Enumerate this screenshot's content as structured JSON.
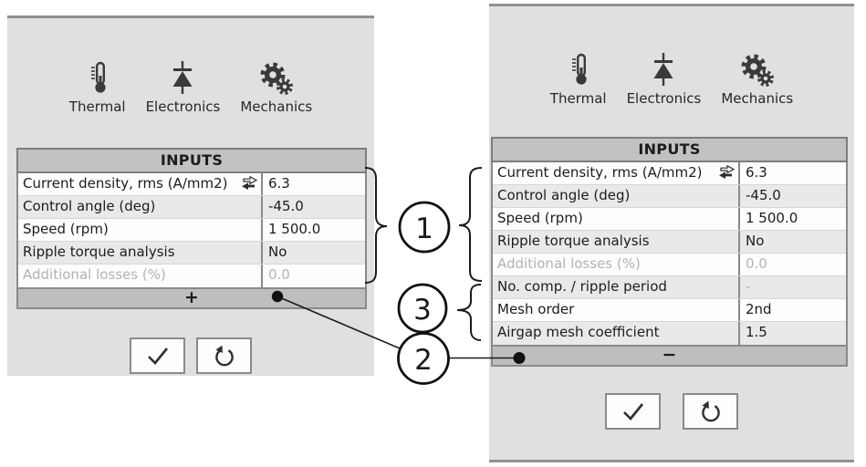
{
  "colors": {
    "panel_bg": "#e0e0e0",
    "panel_border": "#909090",
    "table_header_bg": "#c2c2c2",
    "table_border": "#8a8a8a",
    "row_alt_bg": "#e9e9e9",
    "bar_bg": "#bebebe",
    "text": "#1c1c1c",
    "muted_text": "#b3b3b3",
    "icon": "#3a3a3a",
    "annotation": "#1a1a1a"
  },
  "panels": {
    "left": {
      "tools": [
        {
          "icon": "thermometer-icon",
          "label": "Thermal"
        },
        {
          "icon": "diode-icon",
          "label": "Electronics"
        },
        {
          "icon": "gears-icon",
          "label": "Mechanics"
        }
      ],
      "inputs": {
        "title": "INPUTS",
        "rows": [
          {
            "label": "Current density, rms (A/mm2)",
            "value": "6.3"
          },
          {
            "label": "Control angle (deg)",
            "value": "-45.0"
          },
          {
            "label": "Speed (rpm)",
            "value": "1 500.0"
          },
          {
            "label": "Ripple torque analysis",
            "value": "No"
          },
          {
            "label": "Additional losses (%)",
            "value": "0.0"
          }
        ],
        "expand_button": "+"
      }
    },
    "right": {
      "tools": [
        {
          "icon": "thermometer-icon",
          "label": "Thermal"
        },
        {
          "icon": "diode-icon",
          "label": "Electronics"
        },
        {
          "icon": "gears-icon",
          "label": "Mechanics"
        }
      ],
      "inputs": {
        "title": "INPUTS",
        "rows": [
          {
            "label": "Current density, rms (A/mm2)",
            "value": "6.3"
          },
          {
            "label": "Control angle (deg)",
            "value": "-45.0"
          },
          {
            "label": "Speed (rpm)",
            "value": "1 500.0"
          },
          {
            "label": "Ripple torque analysis",
            "value": "No"
          },
          {
            "label": "Additional losses (%)",
            "value": "0.0"
          },
          {
            "label": "No. comp. / ripple period",
            "value": "-"
          },
          {
            "label": "Mesh order",
            "value": "2nd"
          },
          {
            "label": "Airgap mesh coefficient",
            "value": "1.5"
          }
        ],
        "collapse_button": "−"
      }
    }
  },
  "callouts": {
    "one": "1",
    "two": "2",
    "three": "3"
  }
}
